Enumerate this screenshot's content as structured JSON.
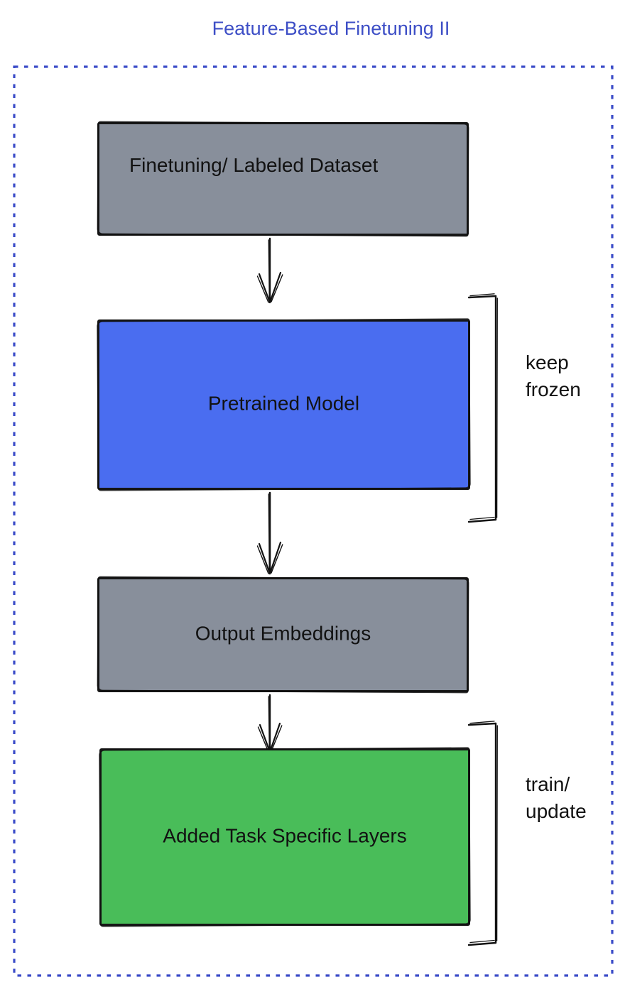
{
  "title": "Feature-Based Finetuning II",
  "colors": {
    "title_blue": "#3D4EC6",
    "frame_blue": "#3A4BC8",
    "gray_box": "#888F9B",
    "blue_box": "#4A6DF0",
    "green_box": "#49BD59",
    "stroke": "#121212"
  },
  "nodes": {
    "dataset": {
      "label": "Finetuning/ Labeled Dataset",
      "fill": "#888F9B"
    },
    "pretrained": {
      "label": "Pretrained Model",
      "fill": "#4A6DF0"
    },
    "embeddings": {
      "label": "Output Embeddings",
      "fill": "#888F9B"
    },
    "task_layers": {
      "label": "Added Task Specific Layers",
      "fill": "#49BD59"
    }
  },
  "annotations": {
    "keep_frozen": {
      "line1": "keep",
      "line2": "frozen"
    },
    "train_update": {
      "line1": "train/",
      "line2": "update"
    }
  },
  "connectors": {
    "arrows": [
      "arrow-down-icon",
      "arrow-down-icon",
      "arrow-down-icon"
    ],
    "brackets": [
      "right-bracket-icon",
      "right-bracket-icon"
    ]
  }
}
